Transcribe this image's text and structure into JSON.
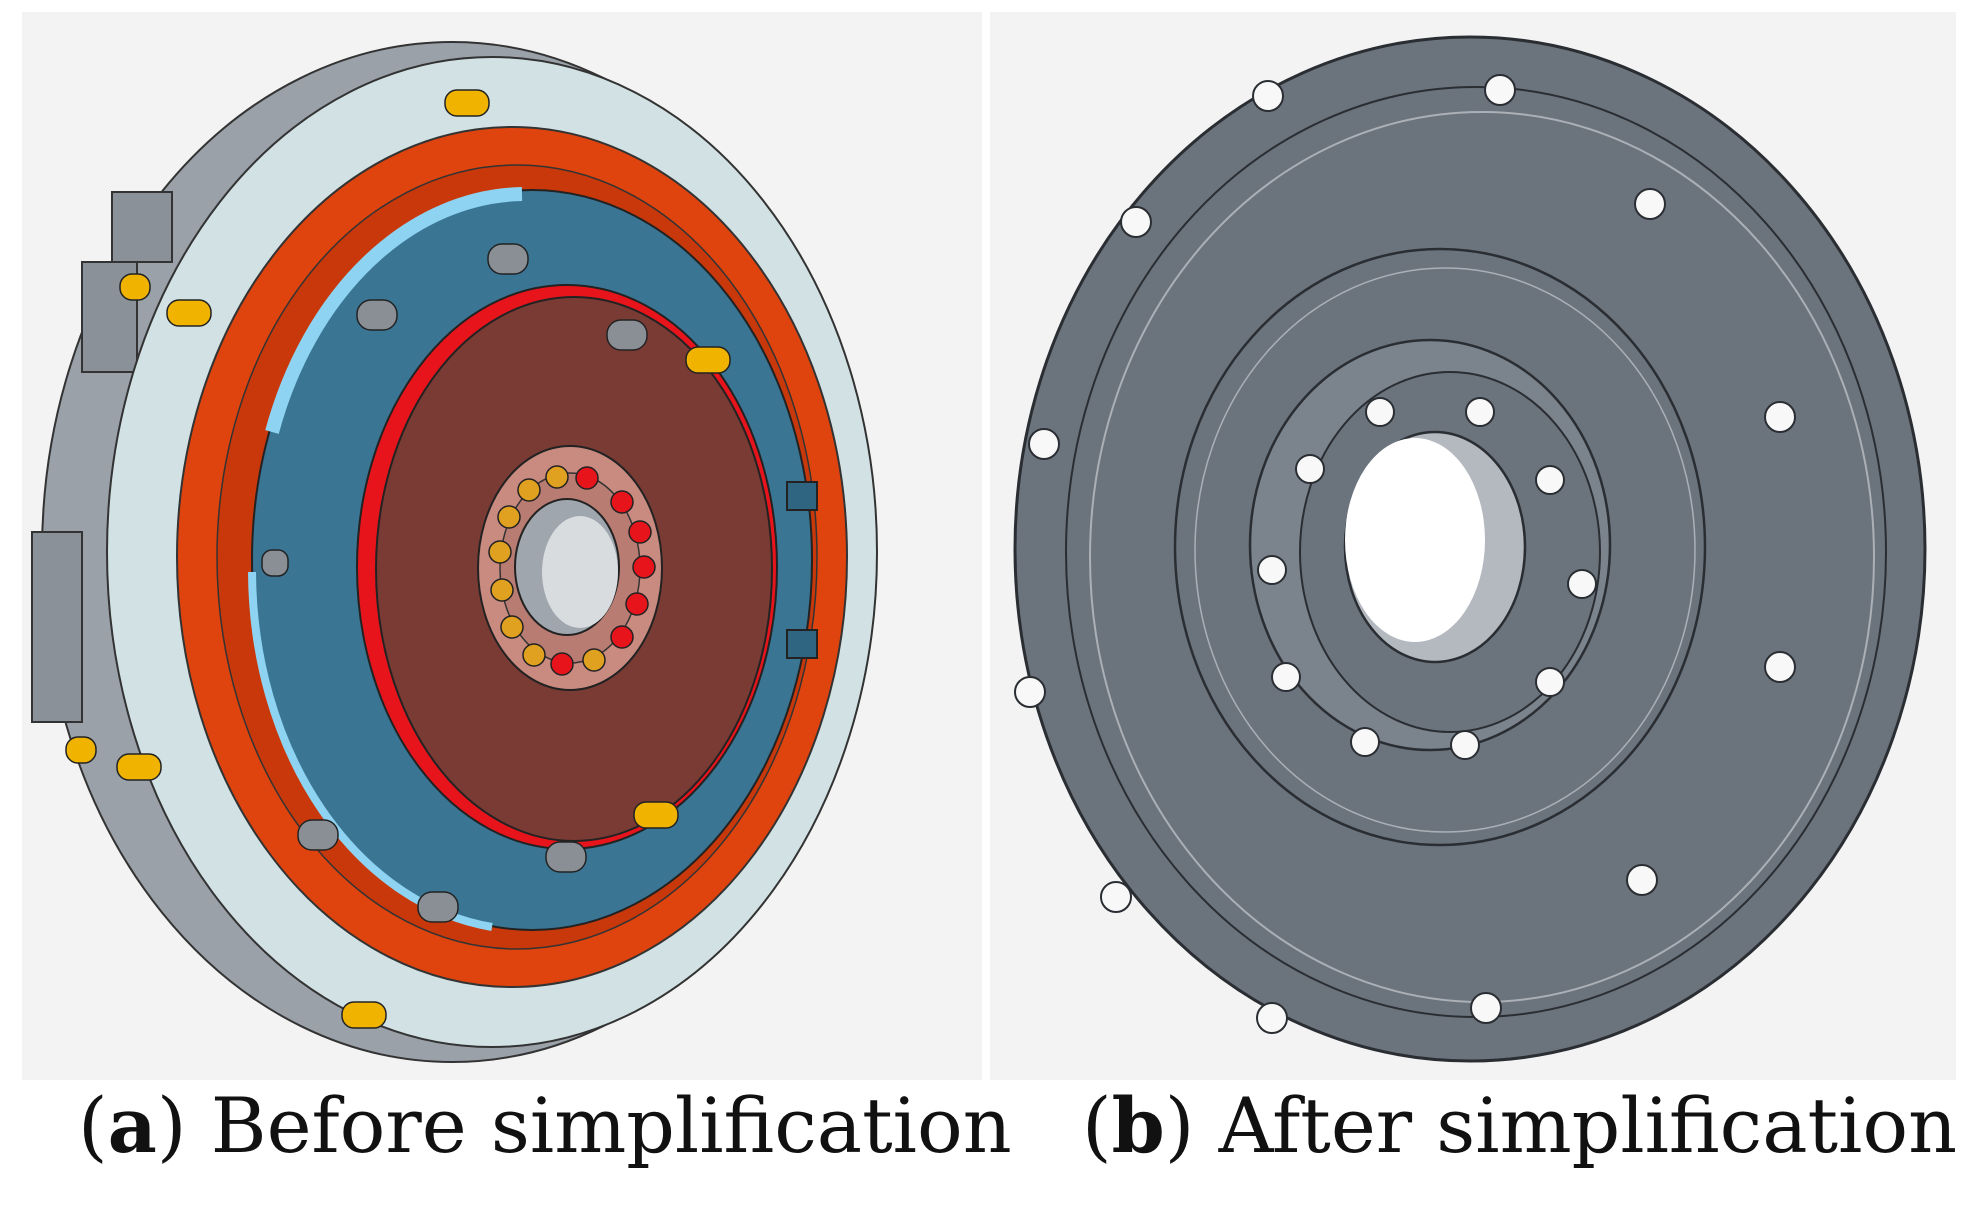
{
  "captions": {
    "a": {
      "letter": "a",
      "text": "Before simplification"
    },
    "b": {
      "letter": "b",
      "text": "After simplification"
    }
  },
  "colors": {
    "panel_background": "#f3f3f3",
    "housing_light": "#d2e2e4",
    "housing_gray": "#9aa1a9",
    "orange_ring": "#e0440e",
    "blue_ring": "#3a7594",
    "brown_disc": "#7a3b34",
    "red_edge": "#e8141c",
    "copper_hub": "#c98a80",
    "pin_gray": "#8a8f96",
    "pin_yellow": "#f0b400",
    "simplified_body": "#6b737d",
    "simplified_edge": "#2a2e33"
  }
}
